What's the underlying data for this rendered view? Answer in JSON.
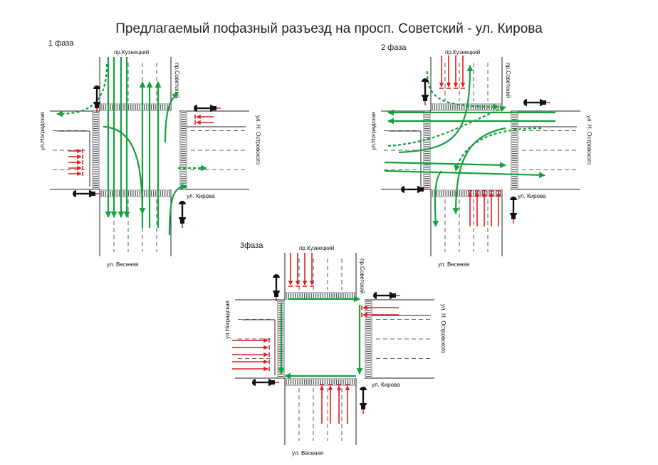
{
  "title": "Предлагаемый пофазный разъезд на просп. Советский - ул. Кирова",
  "colors": {
    "vehicle_stop": "#e21b23",
    "move": "#14a03c",
    "road": "#222222"
  },
  "phases": [
    {
      "label": "1 фаза",
      "streets": {
        "north": "пр.Кузнецкий",
        "north_side": "пр.Советский",
        "east": "ул. Н. Островского",
        "east_side": "ул. Кирова",
        "west": "ул.Ноградская",
        "south": "ул. Весеняя"
      }
    },
    {
      "label": "2 фаза",
      "streets": {
        "north": "пр.Кузнецкий",
        "north_side": "пр.Советский",
        "east": "ул. Н. Островского",
        "east_side": "ул. Кирова",
        "west": "ул.Ноградская",
        "south": "ул. Весеняя"
      }
    },
    {
      "label": "3фаза",
      "streets": {
        "north": "пр.Кузнецкий",
        "north_side": "пр.Советский",
        "east": "ул. Н. Островского",
        "east_side": "ул. Кирова",
        "west": "ул.Ноградская",
        "south": "ул. Весеняя"
      }
    }
  ]
}
